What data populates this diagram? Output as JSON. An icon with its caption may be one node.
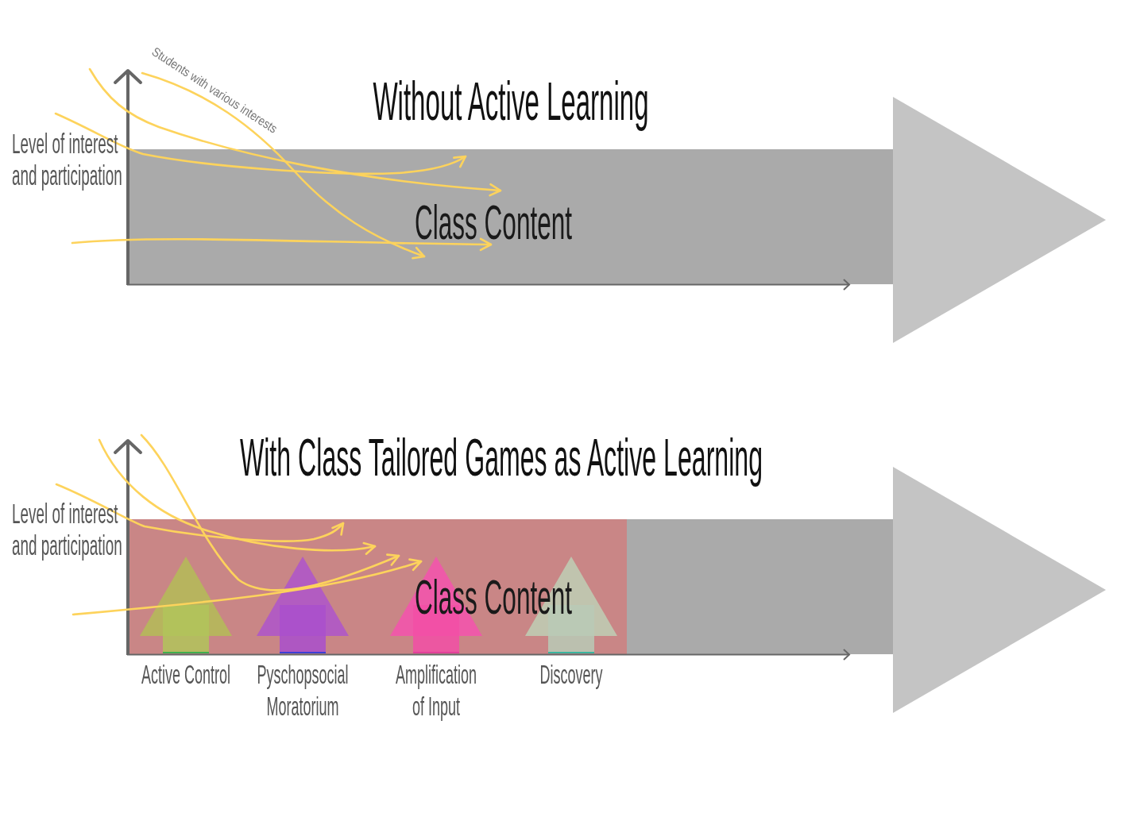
{
  "diagram": {
    "nodes": [
      {
        "text": [
          "Class Content"
        ]
      },
      {
        "text": [],
        "shape": "bar"
      },
      {
        "text": [
          "Class Content"
        ],
        "in": 1
      },
      {
        "text": [],
        "shape": "arrow",
        "in": 2,
        "beside": [
          "Active Control"
        ]
      },
      {
        "text": [],
        "shape": "arrow",
        "in": 2,
        "beside": [
          "Pyschopsocial Moratorium"
        ]
      },
      {
        "text": [],
        "shape": "arrow",
        "in": 2,
        "beside": [
          "Amplification of Input"
        ]
      },
      {
        "text": [],
        "shape": "arrow",
        "in": 2,
        "beside": [
          "Discovery"
        ]
      }
    ],
    "labels": [
      "Students with various interests",
      "Without Active Learning",
      "Level of interest and participation",
      "With Class Tailored Games as Active Learning",
      "Level of interest and participation"
    ]
  }
}
